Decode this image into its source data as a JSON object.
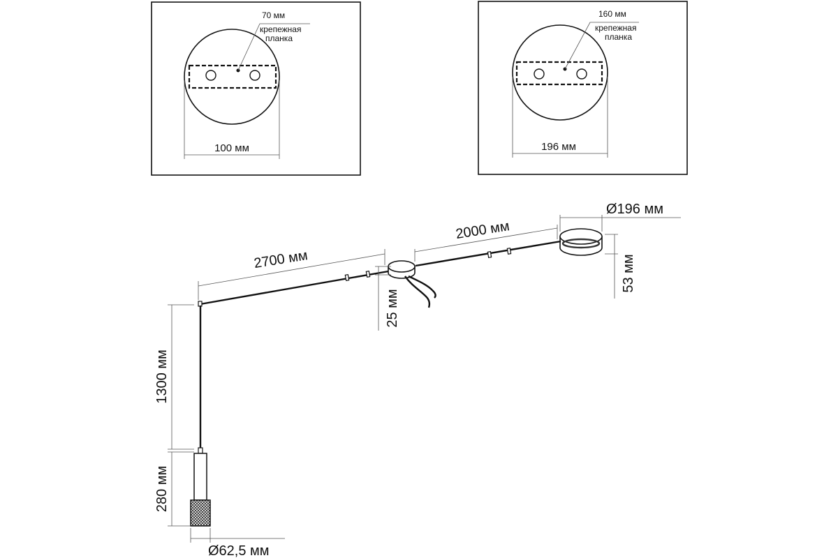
{
  "panel_left": {
    "plate_length_label": "70 мм",
    "plate_name_line1": "крепежная",
    "plate_name_line2": "планка",
    "diameter_label": "100 мм"
  },
  "panel_right": {
    "plate_length_label": "160 мм",
    "plate_name_line1": "крепежная",
    "plate_name_line2": "планка",
    "diameter_label": "196 мм"
  },
  "main": {
    "canopy_diameter_label": "Ø196 мм",
    "cable_right_label": "2000 мм",
    "cable_left_label": "2700 мм",
    "canopy_height_label": "53 мм",
    "hub_height_label": "25 мм",
    "drop_label": "1300 мм",
    "lamp_height_label": "280 мм",
    "lamp_diameter_label": "Ø62,5 мм"
  }
}
